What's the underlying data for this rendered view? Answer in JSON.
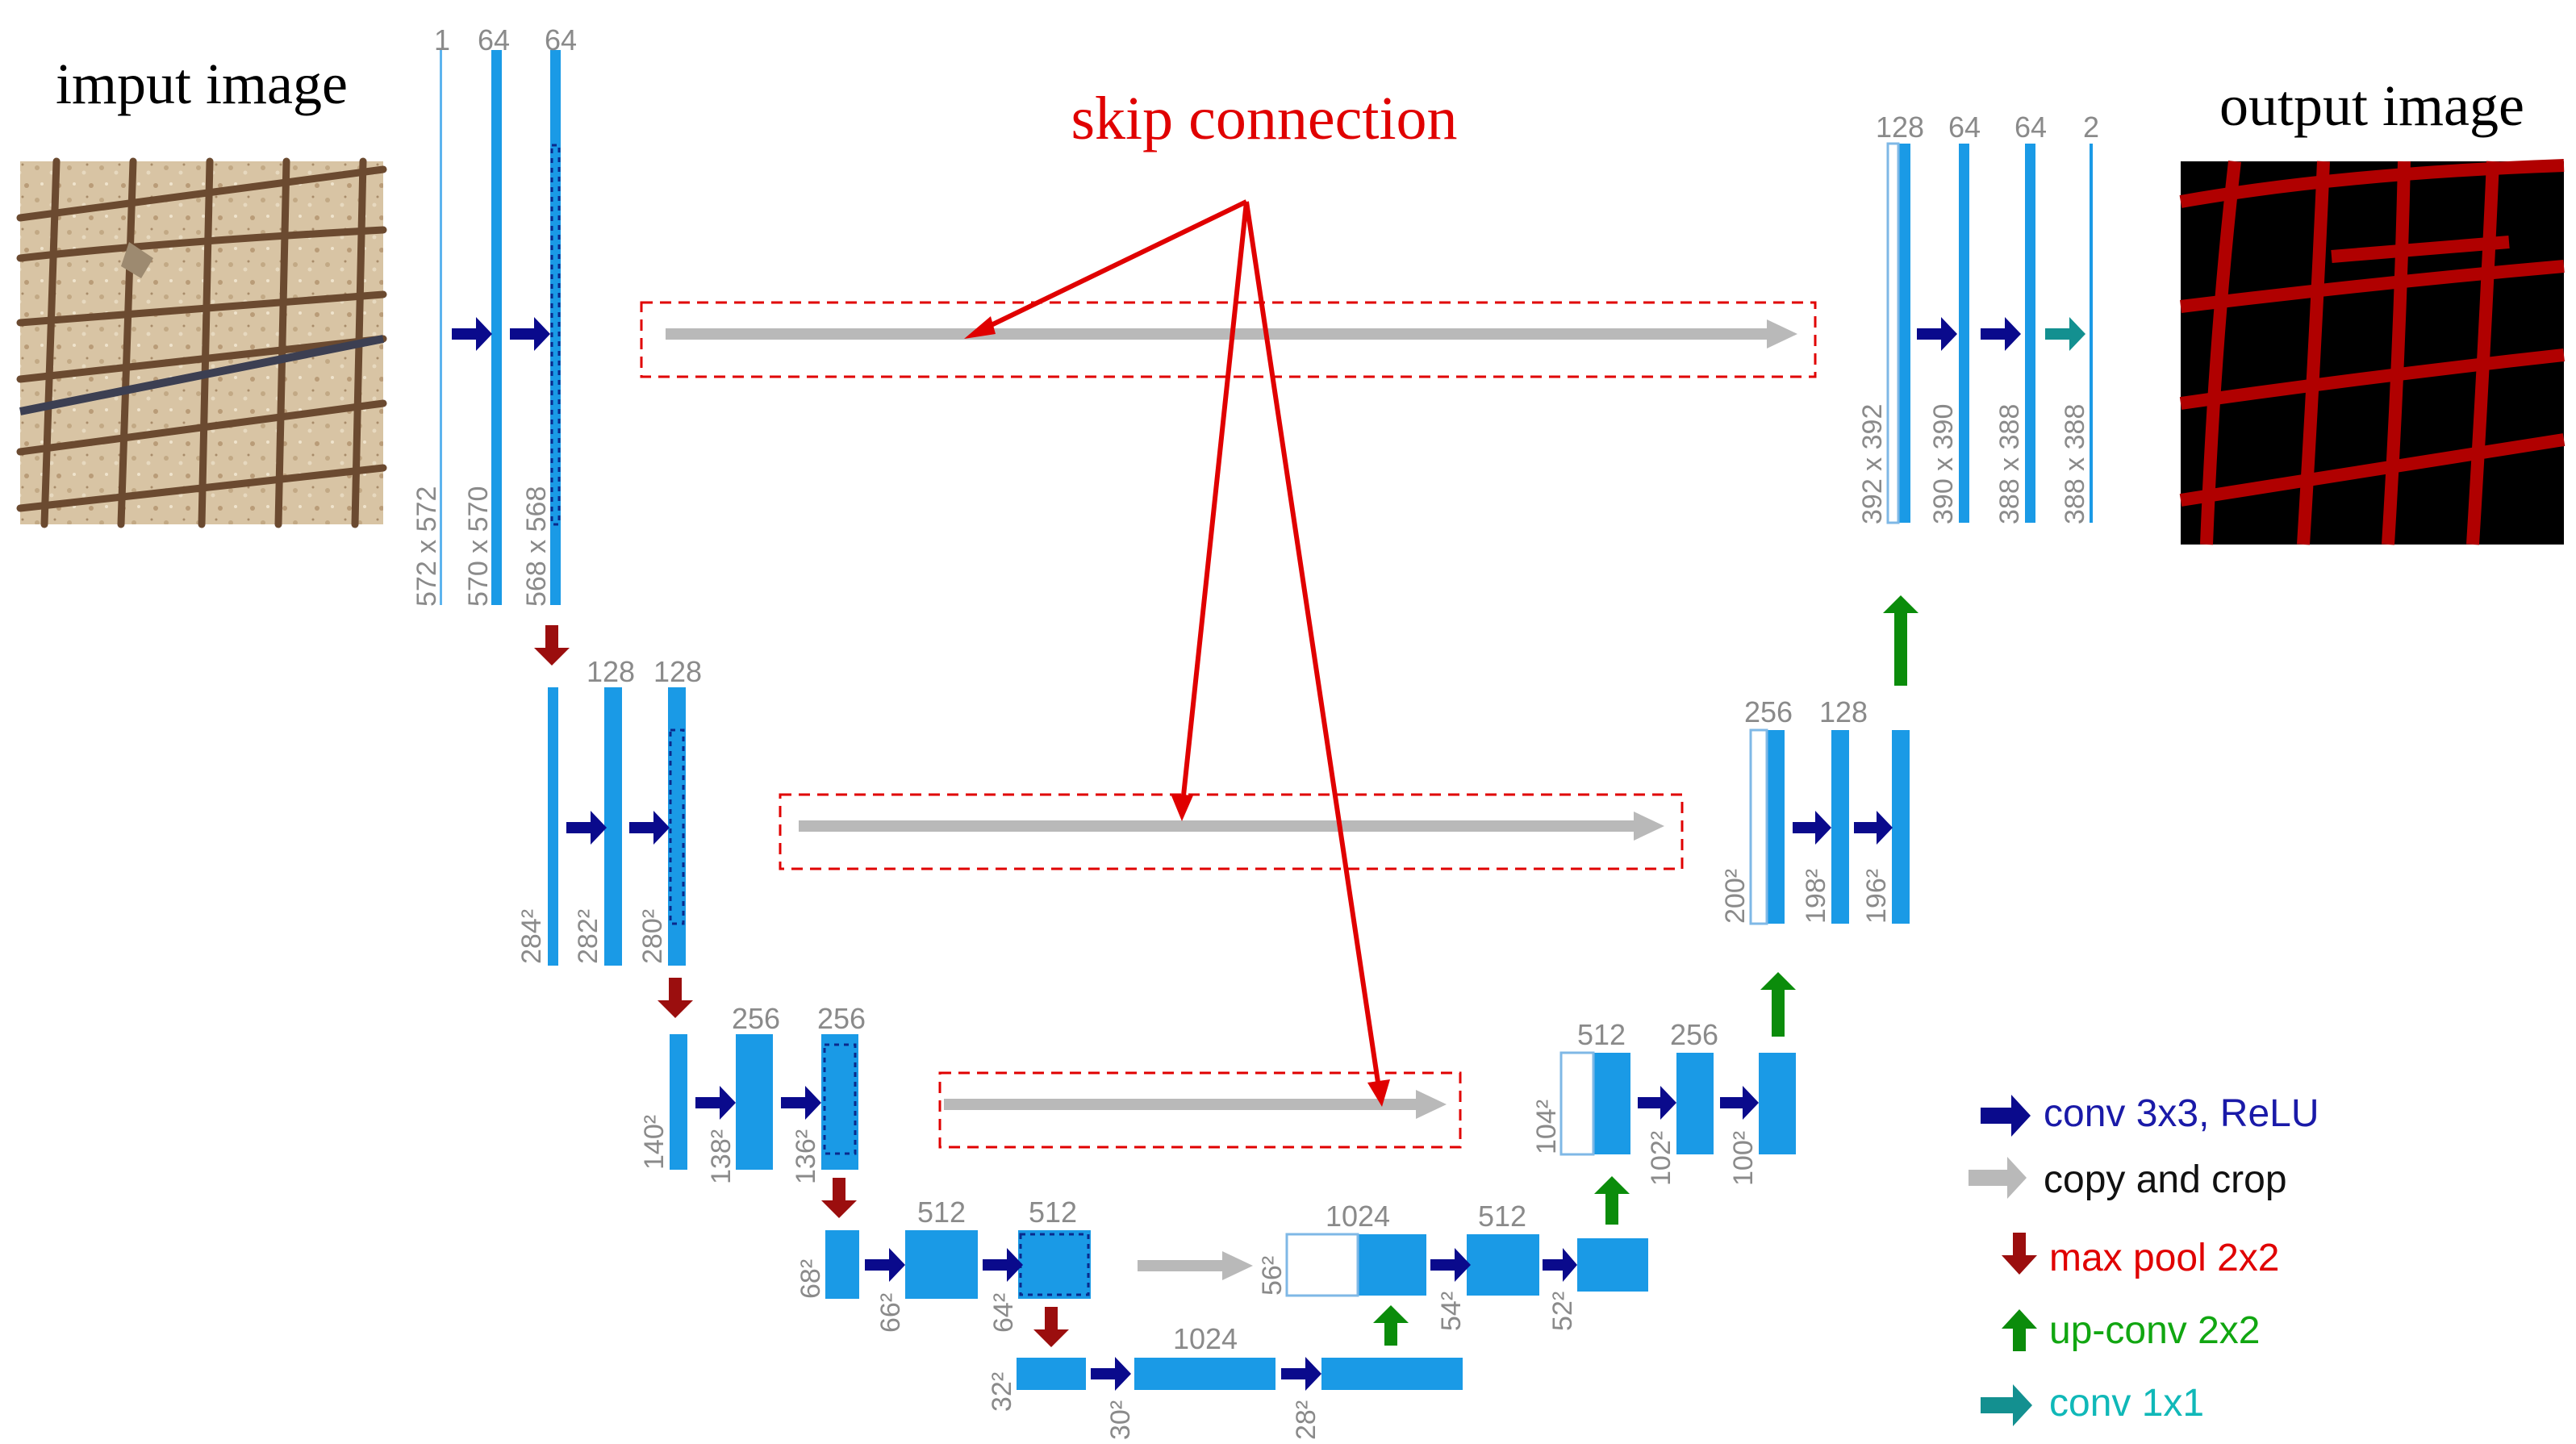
{
  "titles": {
    "input": "imput image",
    "output": "output image",
    "skip": "skip connection"
  },
  "legend": [
    {
      "label": "conv 3x3, ReLU",
      "color": "#1a1aa8",
      "icon": "right-arrow-icon",
      "arrow_color": "#0a0a8c"
    },
    {
      "label": "copy and crop",
      "color": "#111111",
      "icon": "right-arrow-icon",
      "arrow_color": "#b9b9b9"
    },
    {
      "label": "max pool 2x2",
      "color": "#e00000",
      "icon": "down-arrow-icon",
      "arrow_color": "#9b0e0e"
    },
    {
      "label": "up-conv 2x2",
      "color": "#11a611",
      "icon": "up-arrow-icon",
      "arrow_color": "#0b8c0b"
    },
    {
      "label": "conv 1x1",
      "color": "#10b8b8",
      "icon": "right-arrow-icon",
      "arrow_color": "#139090"
    }
  ],
  "channels": {
    "l1_in": "1",
    "l1_a": "64",
    "l1_b": "64",
    "l2_a": "128",
    "l2_b": "128",
    "l3_a": "256",
    "l3_b": "256",
    "l4_a": "512",
    "l4_b": "512",
    "l5": "1024",
    "u4_a": "1024",
    "u4_b": "512",
    "u3_a": "512",
    "u3_b": "256",
    "u2_a": "256",
    "u2_b": "128",
    "u1_a": "128",
    "u1_b": "64",
    "u1_c": "64",
    "u1_out": "2"
  },
  "sizes": {
    "l1_a": "572 x 572",
    "l1_b": "570 x 570",
    "l1_c": "568 x 568",
    "l2_a": "284²",
    "l2_b": "282²",
    "l2_c": "280²",
    "l3_a": "140²",
    "l3_b": "138²",
    "l3_c": "136²",
    "l4_a": "68²",
    "l4_b": "66²",
    "l4_c": "64²",
    "l5_a": "32²",
    "l5_b": "30²",
    "l5_c": "28²",
    "u4_a": "56²",
    "u4_b": "54²",
    "u4_c": "52²",
    "u3_a": "104²",
    "u3_b": "102²",
    "u3_c": "100²",
    "u2_a": "200²",
    "u2_b": "198²",
    "u2_c": "196²",
    "u1_a": "392 x 392",
    "u1_b": "390 x 390",
    "u1_c": "388 x 388",
    "u1_d": "388 x 388"
  },
  "colors": {
    "feature_map": "#1a9ae6",
    "feature_outline": "#7fb8e6",
    "conv_arrow": "#0a0a8c",
    "copy_arrow": "#b9b9b9",
    "pool_arrow": "#9b0e0e",
    "upconv_arrow": "#0b8c0b",
    "conv1x1_arrow": "#139090",
    "skip_red": "#e00000",
    "label_gray": "#8a8a8a"
  }
}
